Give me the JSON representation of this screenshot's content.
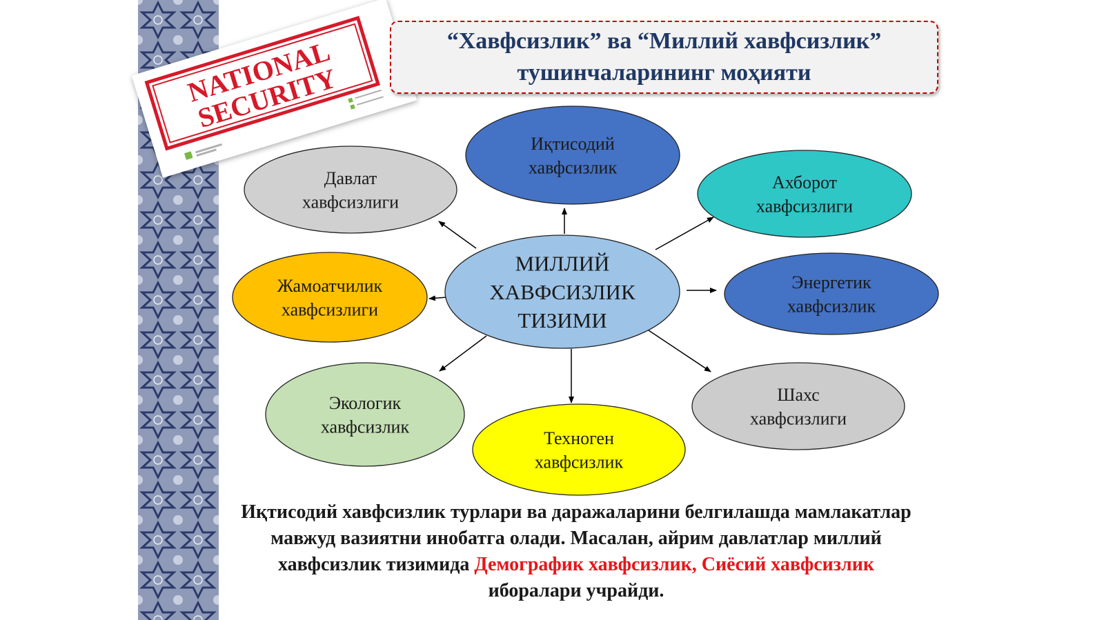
{
  "title": {
    "line1": "“Хавфсизлик” ва “Миллий хавфсизлик”",
    "line2": "тушинчаларининг моҳияти"
  },
  "stamp": {
    "line1": "NATIONAL",
    "line2": "SECURITY"
  },
  "colors": {
    "title_text": "#1f3864",
    "title_border": "#c00000",
    "stamp_red": "#d51a2a",
    "highlight": "#e8151b",
    "arrow": "#000000"
  },
  "center": {
    "lines": [
      "МИЛЛИЙ",
      "ХАВФСИЗЛИК",
      "ТИЗИМИ"
    ],
    "color": "#9dc3e6"
  },
  "nodes": [
    {
      "id": "iqtisodiy",
      "lines": [
        "Иқтисодий",
        "хавфсизлик"
      ],
      "color": "#4472c4"
    },
    {
      "id": "davlat",
      "lines": [
        "Давлат",
        "хавфсизлиги"
      ],
      "color": "#d0d0d0"
    },
    {
      "id": "axborot",
      "lines": [
        "Ахборот",
        "хавфсизлиги"
      ],
      "color": "#2fc6c6"
    },
    {
      "id": "jamoatchilik",
      "lines": [
        "Жамоатчилик",
        "хавфсизлиги"
      ],
      "color": "#ffc000"
    },
    {
      "id": "energetik",
      "lines": [
        "Энергетик",
        "хавфсизлик"
      ],
      "color": "#4472c4"
    },
    {
      "id": "ekologik",
      "lines": [
        "Экологик",
        "хавфсизлик"
      ],
      "color": "#c5e0b4"
    },
    {
      "id": "texnogen",
      "lines": [
        "Техноген",
        "хавфсизлик"
      ],
      "color": "#ffff00"
    },
    {
      "id": "shaxs",
      "lines": [
        "Шахс",
        "хавфсизлиги"
      ],
      "color": "#cccccc"
    }
  ],
  "bottom": {
    "p1": "Иқтисодий хавфсизлик турлари ва даражаларини белгилашда мамлакатлар мавжуд вазиятни инобатга олади. Масалан, айрим давлатлар миллий хавфсизлик тизимида",
    "red": "Демографик хавфсизлик, Сиёсий хавфсизлик",
    "p2": "иборалари учрайди."
  }
}
